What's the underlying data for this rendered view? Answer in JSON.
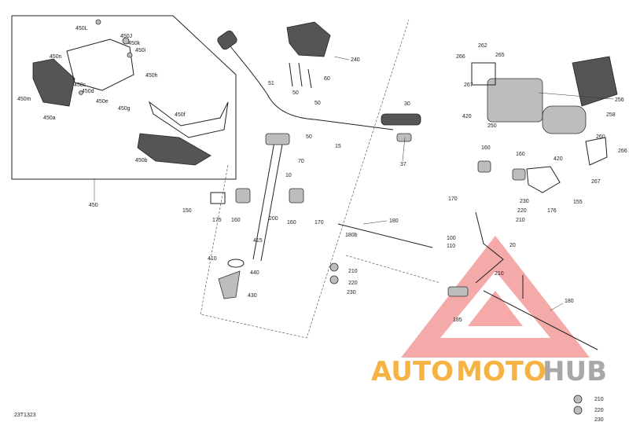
{
  "diagram_code": "23T1323",
  "watermark": {
    "text_left": "AUTO",
    "text_mid": "MOTO",
    "text_right": "HUB",
    "color_red": "#e94b4b",
    "color_orange": "#f5a623",
    "color_grey": "#9a9a9a"
  },
  "callouts": [
    "450L",
    "450J",
    "450k",
    "450i",
    "450n",
    "450h",
    "450c",
    "450d",
    "450e",
    "450m",
    "450a",
    "450g",
    "450f",
    "450b",
    "450",
    "240",
    "51",
    "60",
    "50",
    "50",
    "50",
    "30",
    "15",
    "37",
    "70",
    "10",
    "150",
    "175",
    "160",
    "200",
    "160",
    "170",
    "410",
    "415",
    "440",
    "430",
    "180",
    "180b",
    "210",
    "220",
    "230",
    "100",
    "110",
    "20",
    "210",
    "185",
    "180",
    "210",
    "220",
    "230",
    "266",
    "267",
    "262",
    "265",
    "420",
    "250",
    "256",
    "258",
    "260",
    "266",
    "420",
    "267",
    "160",
    "160",
    "170",
    "230",
    "220",
    "210",
    "176",
    "155"
  ]
}
